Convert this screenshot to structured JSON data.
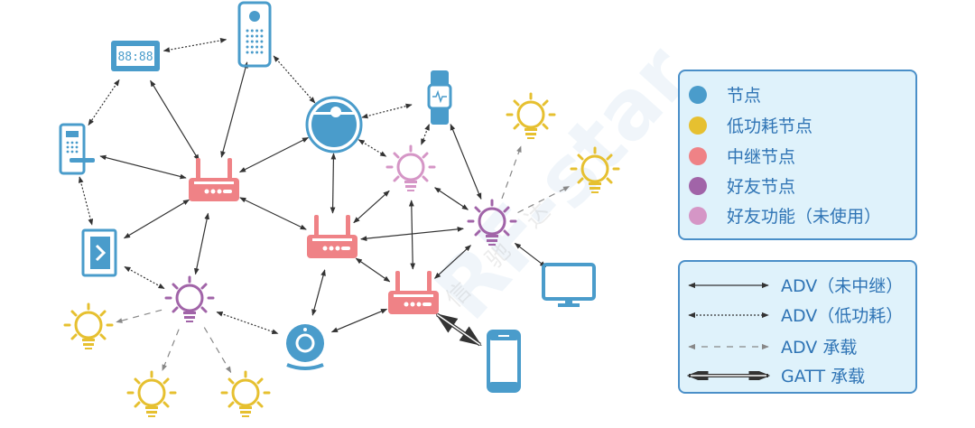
{
  "watermark": {
    "logo_text": "RF-star",
    "cn_text": "信驰达"
  },
  "colors": {
    "node": "#4a9ccb",
    "low_power": "#e6c030",
    "relay": "#ef8286",
    "friend": "#a164a8",
    "friend_unused": "#d596c6",
    "legend_text": "#2f74b5"
  },
  "legend_nodes": [
    {
      "label": "节点",
      "color": "#4a9ccb"
    },
    {
      "label": "低功耗节点",
      "color": "#e6c030"
    },
    {
      "label": "中继节点",
      "color": "#ef8286"
    },
    {
      "label": "好友节点",
      "color": "#a164a8"
    },
    {
      "label": "好友功能（未使用）",
      "color": "#d596c6"
    }
  ],
  "legend_edges": [
    {
      "label": "ADV（未中继）",
      "style": "solid"
    },
    {
      "label": "ADV（低功耗）",
      "style": "dotted"
    },
    {
      "label": "ADV 承载",
      "style": "dashed"
    },
    {
      "label": "GATT 承载",
      "style": "double"
    }
  ]
}
